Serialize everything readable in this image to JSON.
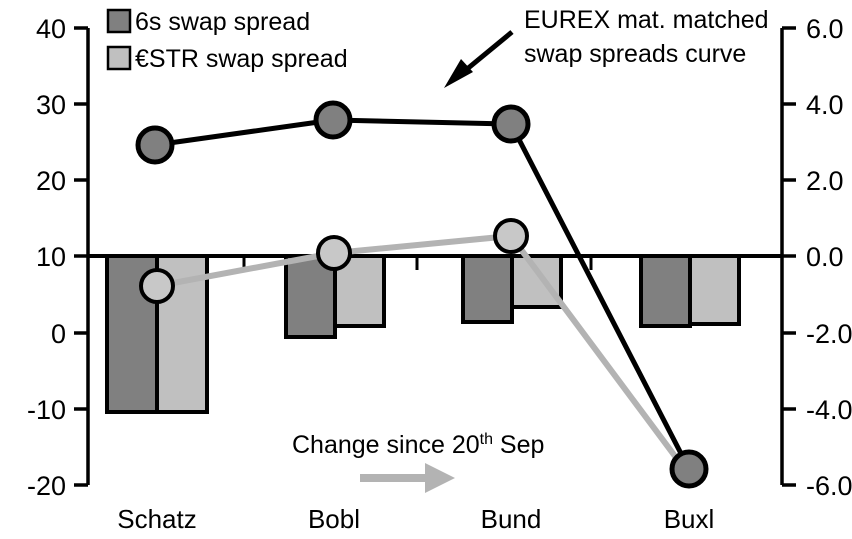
{
  "chart_data": {
    "type": "bar",
    "title": "",
    "subtitle": "",
    "xlabel": "",
    "ylabel": "",
    "categories": [
      "Schatz",
      "Bobl",
      "Bund",
      "Buxl"
    ],
    "grid": false,
    "legend_position": "top-left",
    "axes": {
      "left": {
        "label": "",
        "ticks": [
          "40",
          "30",
          "20",
          "10",
          "0",
          "-10",
          "-20"
        ],
        "tick_values": [
          40,
          30,
          20,
          10,
          0,
          -10,
          -20
        ],
        "lim": [
          -20,
          40
        ],
        "zero_reference_tick": 10
      },
      "right": {
        "label": "",
        "ticks": [
          "6.0",
          "4.0",
          "2.0",
          "0.0",
          "-2.0",
          "-4.0",
          "-6.0"
        ],
        "tick_values": [
          6.0,
          4.0,
          2.0,
          0.0,
          -2.0,
          -4.0,
          -6.0
        ],
        "lim": [
          -6.0,
          6.0
        ]
      }
    },
    "series": [
      {
        "name": "6s swap spread",
        "kind": "bar",
        "axis": "right",
        "color": "#808080",
        "edge_color": "#000000",
        "values": [
          -4.05,
          -2.0,
          -1.62,
          -1.73
        ]
      },
      {
        "name": "€STR swap spread",
        "kind": "bar",
        "axis": "right",
        "color": "#c0c0c0",
        "edge_color": "#000000",
        "values": [
          -4.05,
          -1.75,
          -1.25,
          -1.68
        ]
      },
      {
        "name": "EUREX mat. matched swap spreads curve",
        "kind": "line",
        "axis": "left",
        "color": "#000000",
        "marker_fill": "#808080",
        "values": [
          24.6,
          27.9,
          27.2,
          -18.1
        ]
      },
      {
        "name": "Change since 20th Sep",
        "kind": "line",
        "axis": "left",
        "color": "#b3b3b3",
        "marker_fill": "#c8c8c8",
        "values": [
          6.1,
          10.5,
          12.7,
          -19.5
        ]
      }
    ],
    "legend": [
      {
        "label": "6s swap spread",
        "swatch": "#808080"
      },
      {
        "label": "€STR swap spread",
        "swatch": "#c0c0c0"
      }
    ],
    "annotations": [
      {
        "id": "curve-callout",
        "line1": "EUREX mat. matched",
        "line2": "swap spreads curve",
        "arrow": "down-left-arrow"
      },
      {
        "id": "change-callout",
        "text_before": "Change since 20",
        "superscript": "th",
        "text_after": " Sep",
        "arrow": "right-arrow"
      }
    ]
  }
}
